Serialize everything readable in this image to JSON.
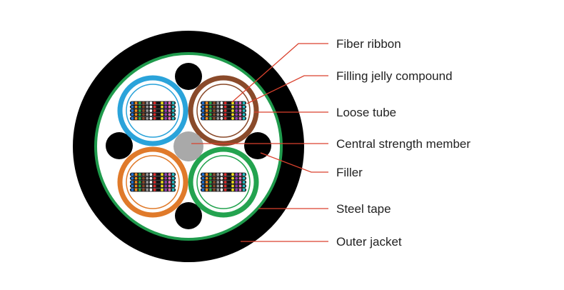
{
  "labels": {
    "fiber_ribbon": "Fiber ribbon",
    "filling_jelly": "Filling jelly compound",
    "loose_tube": "Loose tube",
    "central_strength": "Central strength member",
    "filler": "Filler",
    "steel_tape": "Steel tape",
    "outer_jacket": "Outer jacket"
  },
  "colors": {
    "jacket": "#000000",
    "steel_tape": "#1f9a4c",
    "tube_blue": "#2aa3da",
    "tube_brown": "#8a4a2a",
    "tube_orange": "#e07a2a",
    "tube_green": "#23a34f",
    "central_member": "#a9a9a9",
    "leader_line": "#d9412d",
    "fiber_colors": [
      "#1f6fd1",
      "#f08c1e",
      "#2aa84a",
      "#8a4a2a",
      "#9a9a9a",
      "#ffffff",
      "#d92b2b",
      "#111111",
      "#f2e01e",
      "#8e3fb5",
      "#f06fb0",
      "#2ac0c9"
    ]
  }
}
